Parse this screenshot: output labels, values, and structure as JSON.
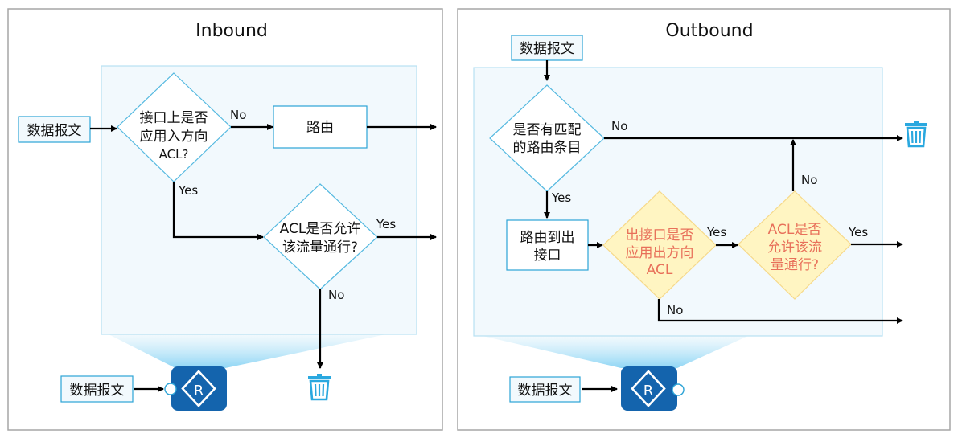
{
  "inbound": {
    "title": "Inbound",
    "packet_label": "数据报文",
    "decision1": [
      "接口上是否",
      "应用入方向",
      "ACL?"
    ],
    "decision1_no": "No",
    "decision1_yes": "Yes",
    "route_box": "路由",
    "decision2": [
      "ACL是否允许",
      "该流量通行?"
    ],
    "decision2_yes": "Yes",
    "decision2_no": "No",
    "router_packet_label": "数据报文",
    "router_icon_letter": "R"
  },
  "outbound": {
    "title": "Outbound",
    "packet_label": "数据报文",
    "decision1": [
      "是否有匹配",
      "的路由条目"
    ],
    "decision1_no": "No",
    "decision1_yes": "Yes",
    "route_box": [
      "路由到出",
      "接口"
    ],
    "decision2": [
      "出接口是否",
      "应用出方向",
      "ACL"
    ],
    "decision2_yes": "Yes",
    "decision2_no": "No",
    "decision3": [
      "ACL是否",
      "允许该流",
      "量通行?"
    ],
    "decision3_yes": "Yes",
    "decision3_no": "No",
    "router_packet_label": "数据报文",
    "router_icon_letter": "R"
  },
  "colors": {
    "accent_blue": "#2ca3d6",
    "router_blue": "#1464ad",
    "highlight_text": "#e8705a",
    "highlight_fill": "#fff5c2"
  }
}
